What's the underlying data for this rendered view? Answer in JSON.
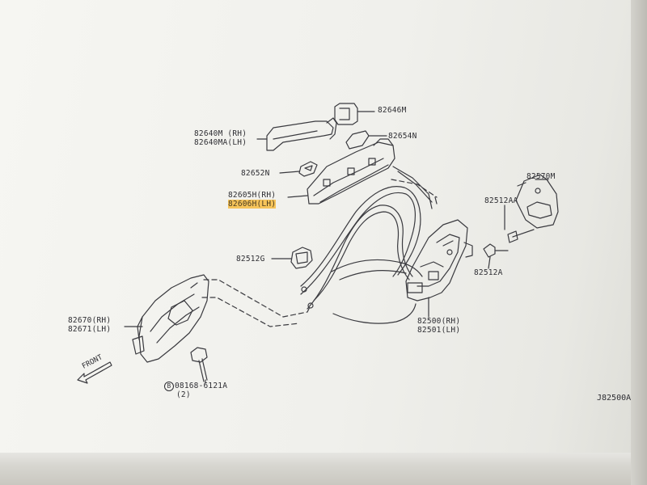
{
  "labels": {
    "p82646m": "82646M",
    "p82640m": "82640M (RH)",
    "p82640ma": "82640MA(LH)",
    "p82654n": "82654N",
    "p82652n": "82652N",
    "p82605h": "82605H(RH)",
    "p82606h": "82606H(LH)",
    "p82570m": "82570M",
    "p82512aa": "82512AA",
    "p82512a": "82512A",
    "p82512g": "82512G",
    "p82670": "82670(RH)",
    "p82671": "82671(LH)",
    "p82500": "82500(RH)",
    "p82501": "82501(LH)",
    "bolt_circle": "B",
    "bolt_part": "08168-6121A",
    "bolt_qty": "(2)"
  },
  "front_label": "FRONT",
  "ref_code": "J82500A",
  "colors": {
    "line": "#3a3a3f",
    "highlight": "#f6c45a"
  }
}
